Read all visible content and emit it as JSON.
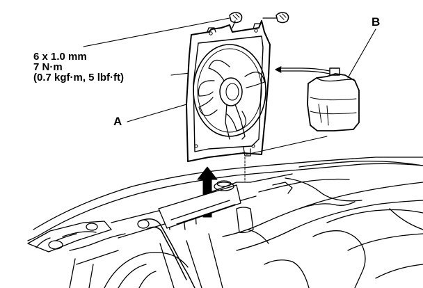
{
  "torque_spec": {
    "bolt_size": "6 x 1.0 mm",
    "torque_nm": "7 N·m",
    "torque_alt": "(0.7 kgf·m, 5 lbf·ft)"
  },
  "callouts": {
    "a": "A",
    "b": "B"
  },
  "colors": {
    "ink": "#000000",
    "paper": "#ffffff"
  }
}
